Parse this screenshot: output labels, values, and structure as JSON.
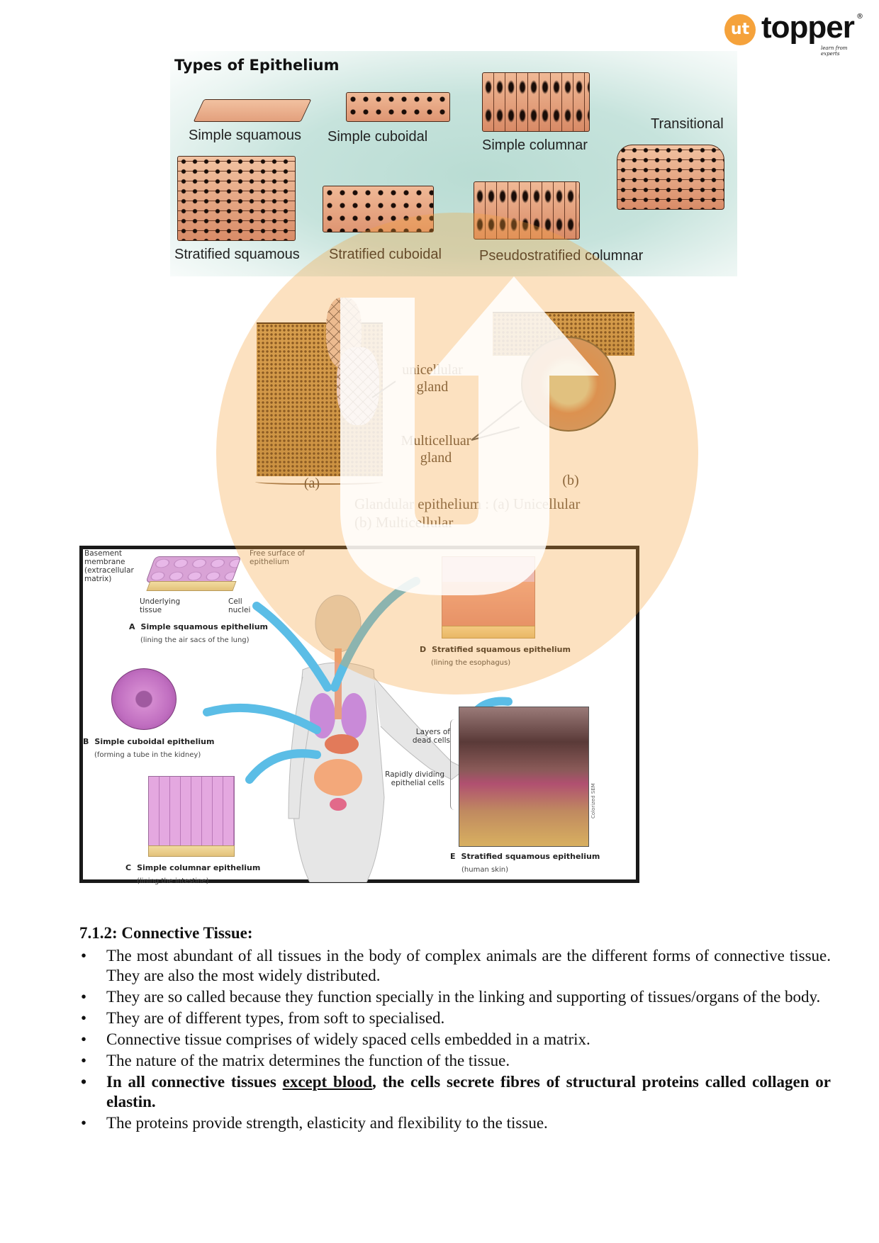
{
  "brand": {
    "logo_glyph": "ut",
    "name": "topper",
    "registered": "®",
    "tagline": "learn from experts",
    "accent_color": "#f5a23b"
  },
  "figure_types_of_epithelium": {
    "title": "Types of Epithelium",
    "labels": {
      "simple_squamous": "Simple squamous",
      "simple_cuboidal": "Simple cuboidal",
      "simple_columnar": "Simple columnar",
      "transitional": "Transitional",
      "stratified_squamous": "Stratified squamous",
      "stratified_cuboidal": "Stratified cuboidal",
      "pseudostratified_columnar": "Pseudostratified columnar"
    }
  },
  "figure_glandular": {
    "label_unicellular_line1": "unicellular",
    "label_unicellular_line2": "gland",
    "label_multicellular_line1": "Multicelluar",
    "label_multicellular_line2": "gland",
    "panel_a": "(a)",
    "panel_b": "(b)",
    "caption_line1": "Glandular epithelium : (a) Unicellular",
    "caption_line2": "(b) Multicellular"
  },
  "figure_body": {
    "basement_membrane": [
      "Basement",
      "membrane",
      "(extracellular",
      "matrix)"
    ],
    "free_surface": [
      "Free surface of",
      "epithelium"
    ],
    "underlying_tissue": [
      "Underlying",
      "tissue"
    ],
    "cell_nuclei": [
      "Cell",
      "nuclei"
    ],
    "panel_a": {
      "letter": "A",
      "title": "Simple squamous epithelium",
      "sub": "(lining the air sacs of the lung)"
    },
    "panel_b": {
      "letter": "B",
      "title": "Simple cuboidal epithelium",
      "sub": "(forming a tube in the kidney)"
    },
    "panel_c": {
      "letter": "C",
      "title": "Simple columnar epithelium",
      "sub": "(lining the intestine)"
    },
    "panel_d": {
      "letter": "D",
      "title": "Stratified squamous epithelium",
      "sub": "(lining the esophagus)"
    },
    "panel_e": {
      "letter": "E",
      "title": "Stratified squamous epithelium",
      "sub": "(human skin)"
    },
    "layers_dead": [
      "Layers of",
      "dead cells"
    ],
    "rapidly_dividing": [
      "Rapidly dividing",
      "epithelial cells"
    ],
    "credit": "Colorized SEM"
  },
  "section": {
    "heading": "7.1.2: Connective Tissue:",
    "bullet_glyph": "•",
    "bullets": [
      {
        "text": "The most abundant of all tissues in the body of complex animals are the different forms of connective tissue. They are also the most widely distributed."
      },
      {
        "text": "They are so called because they function specially in the linking and supporting of tissues/organs of the body."
      },
      {
        "text": "They are of different types, from soft to specialised."
      },
      {
        "text": "Connective tissue comprises of widely spaced cells embedded in a matrix."
      },
      {
        "text": "The nature of the matrix determines the function of the tissue."
      },
      {
        "pre": "In all connective tissues ",
        "underlined": "except blood",
        "post": ", the cells secrete fibres of structural proteins called collagen or elastin."
      },
      {
        "text": "The proteins provide strength, elasticity and flexibility to the tissue."
      }
    ]
  }
}
